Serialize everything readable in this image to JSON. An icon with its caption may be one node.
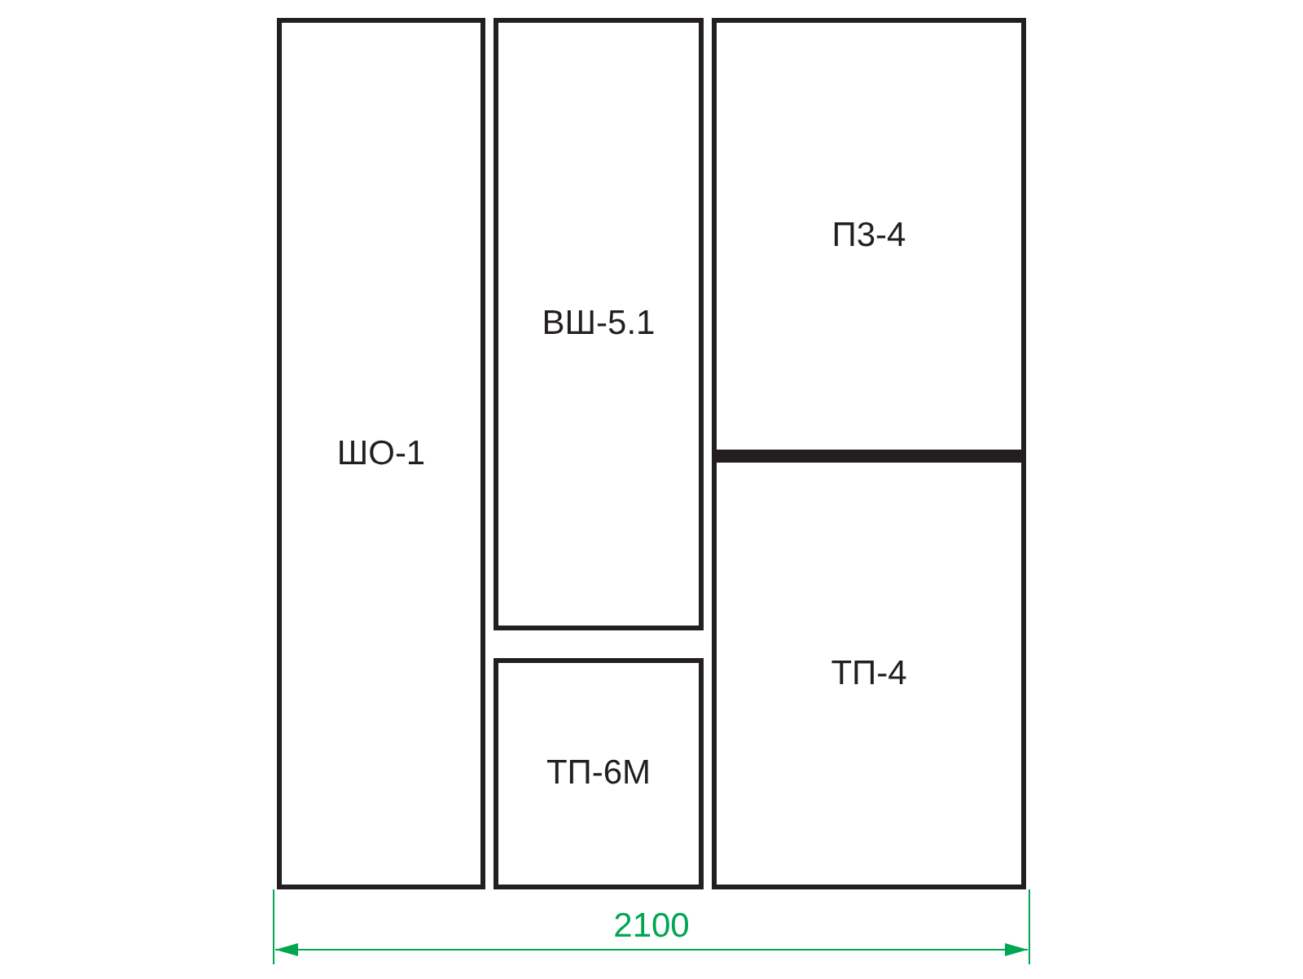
{
  "diagram": {
    "nodes": [
      {
        "text": [
          "ШО-1"
        ]
      },
      {
        "text": [
          "ВШ-5.1"
        ]
      },
      {
        "text": [
          "ТП-6М"
        ]
      },
      {
        "text": [
          "П3-4"
        ]
      },
      {
        "text": [
          "ТП-4"
        ]
      }
    ],
    "labels": [
      "2100"
    ]
  }
}
